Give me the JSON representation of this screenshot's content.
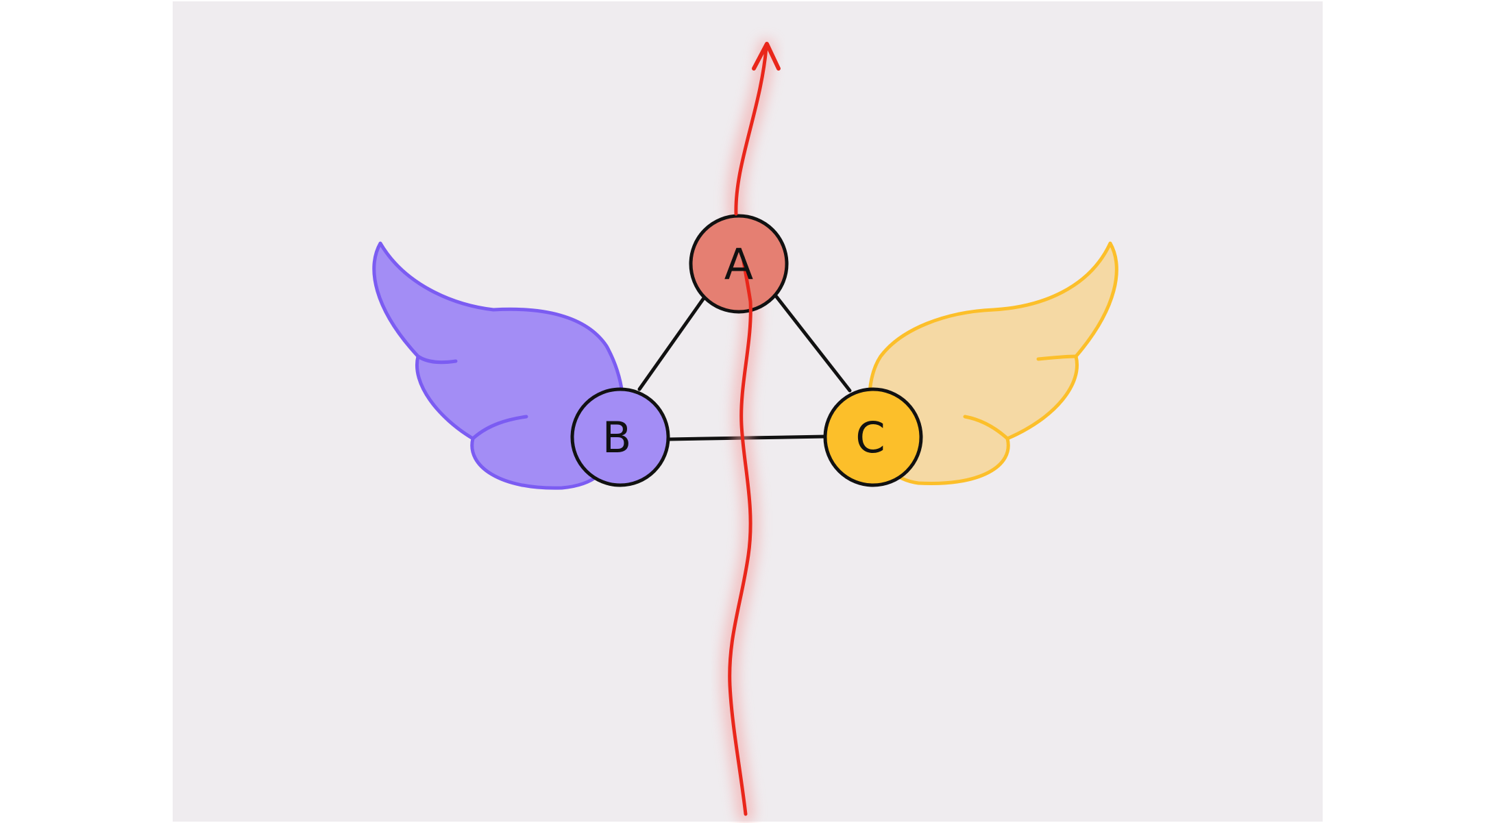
{
  "diagram": {
    "background_color": "#efecef",
    "outer_color": "#ffffff",
    "nodes": [
      {
        "id": "A",
        "label": "A",
        "fill": "#e57f72"
      },
      {
        "id": "B",
        "label": "B",
        "fill": "#a38df5"
      },
      {
        "id": "C",
        "label": "C",
        "fill": "#fcbf2a"
      }
    ],
    "edges": [
      {
        "from": "A",
        "to": "B"
      },
      {
        "from": "A",
        "to": "C"
      },
      {
        "from": "B",
        "to": "C"
      }
    ],
    "wings": {
      "left": {
        "attached_to": "B",
        "fill": "#a38df5",
        "stroke": "#7b5cf2"
      },
      "right": {
        "attached_to": "C",
        "fill": "#f5d9a4",
        "stroke": "#fcbf2a"
      }
    },
    "arrow": {
      "color": "#e9261a",
      "glow": "#f4a0a0",
      "direction": "up"
    }
  }
}
